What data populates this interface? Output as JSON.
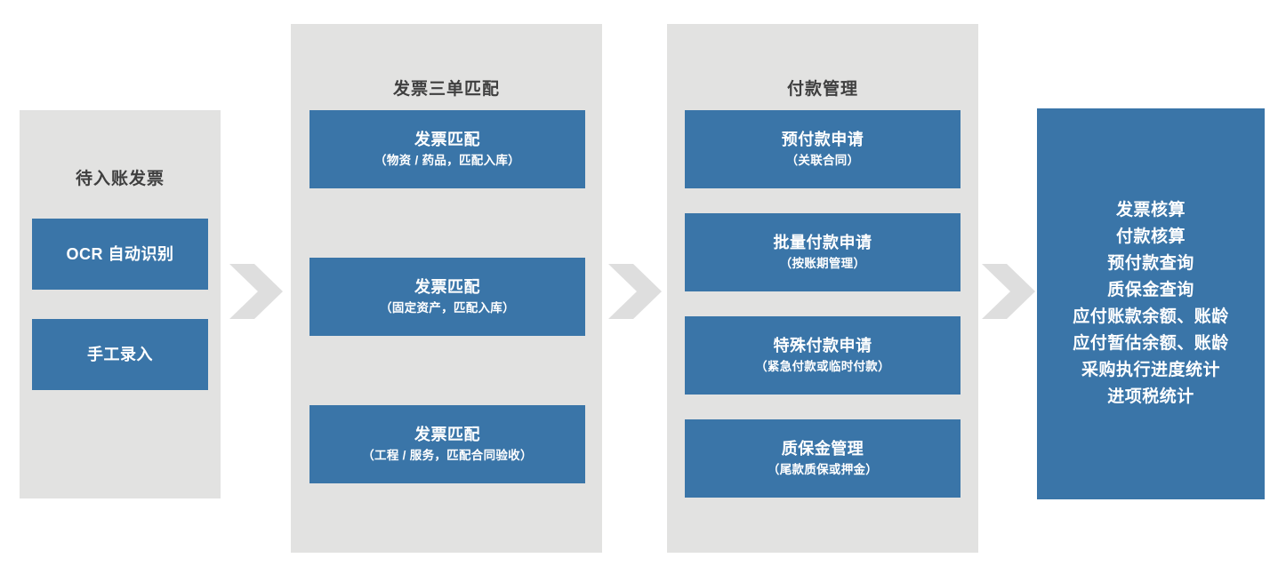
{
  "diagram": {
    "type": "flow",
    "background_color": "#ffffff",
    "panel_color": "#e2e2e1",
    "box_color": "#3a75a8",
    "arrow_color": "#dedede",
    "title_color": "#3f3f3f",
    "box_text_color": "#ffffff"
  },
  "stages": [
    {
      "id": "pending-invoice",
      "title": "待入账发票",
      "boxes": [
        {
          "title": "OCR 自动识别",
          "sub": ""
        },
        {
          "title": "手工录入",
          "sub": ""
        }
      ]
    },
    {
      "id": "three-way-match",
      "title": "发票三单匹配",
      "boxes": [
        {
          "title": "发票匹配",
          "sub": "（物资 / 药品，匹配入库）"
        },
        {
          "title": "发票匹配",
          "sub": "（固定资产，匹配入库）"
        },
        {
          "title": "发票匹配",
          "sub": "（工程 / 服务，匹配合同验收）"
        }
      ]
    },
    {
      "id": "payment-management",
      "title": "付款管理",
      "boxes": [
        {
          "title": "预付款申请",
          "sub": "（关联合同）"
        },
        {
          "title": "批量付款申请",
          "sub": "（按账期管理）"
        },
        {
          "title": "特殊付款申请",
          "sub": "（紧急付款或临时付款）"
        },
        {
          "title": "质保金管理",
          "sub": "（尾款质保或押金）"
        }
      ]
    }
  ],
  "arrows": [
    {
      "id": "arrow-1",
      "icon": "chevron-right-icon"
    },
    {
      "id": "arrow-2",
      "icon": "chevron-right-icon"
    },
    {
      "id": "arrow-3",
      "icon": "chevron-right-icon"
    }
  ],
  "results": {
    "id": "accounting-outputs",
    "items": [
      "发票核算",
      "付款核算",
      "预付款查询",
      "质保金查询",
      "应付账款余额、账龄",
      "应付暂估余额、账龄",
      "采购执行进度统计",
      "进项税统计"
    ]
  }
}
